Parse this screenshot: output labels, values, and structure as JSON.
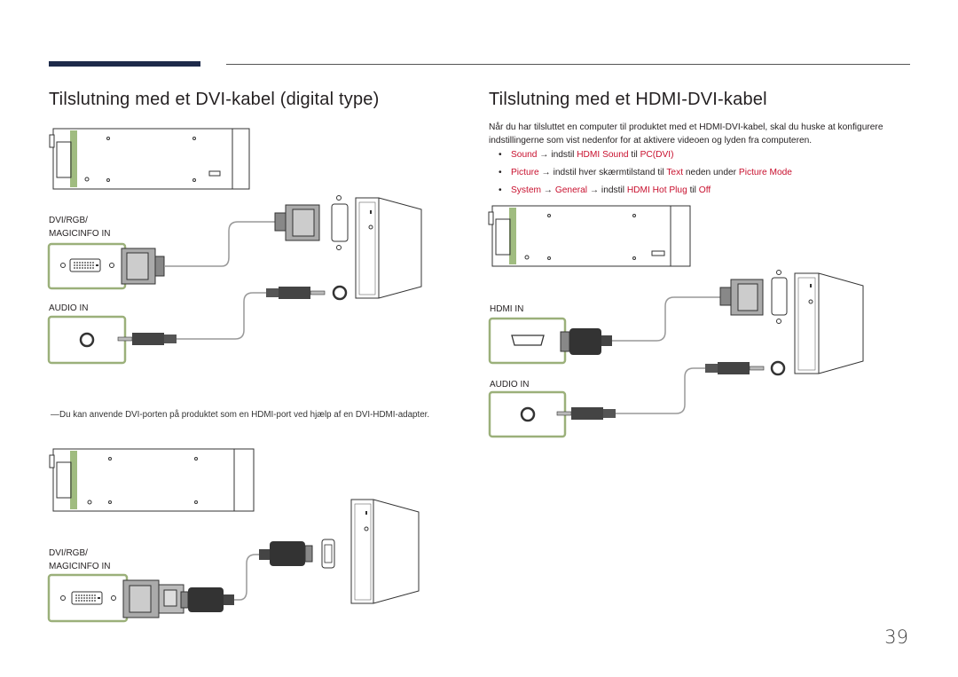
{
  "left": {
    "title": "Tilslutning med et DVI-kabel (digital type)",
    "ports": {
      "dvi_line1": "DVI/RGB/",
      "dvi_line2": "MAGICINFO IN",
      "audio": "AUDIO IN"
    },
    "note": "Du kan anvende DVI-porten på produktet som en HDMI-port ved hjælp af en DVI-HDMI-adapter.",
    "ports2": {
      "dvi_line1": "DVI/RGB/",
      "dvi_line2": "MAGICINFO IN"
    }
  },
  "right": {
    "title": "Tilslutning med et HDMI-DVI-kabel",
    "intro": "Når du har tilsluttet en computer til produktet med et HDMI-DVI-kabel, skal du huske at konfigurere indstillingerne som vist nedenfor for at aktivere videoen og lyden fra computeren.",
    "bullets": [
      {
        "a": "Sound",
        "arrow1": " → indstil ",
        "b": "HDMI Sound",
        "mid": " til ",
        "c": "PC(DVI)",
        "tail": "",
        "d": ""
      },
      {
        "a": "Picture",
        "arrow1": " → indstil hver skærmtilstand til ",
        "b": "Text",
        "mid": " neden under ",
        "c": "Picture Mode",
        "tail": "",
        "d": ""
      },
      {
        "a": "System",
        "arrow1": " → ",
        "b": "General",
        "mid": " → indstil ",
        "c": "HDMI Hot Plug",
        "tail": " til ",
        "d": "Off"
      }
    ],
    "ports": {
      "hdmi": "HDMI IN",
      "audio": "AUDIO IN"
    }
  },
  "page_number": "39",
  "colors": {
    "accent_red": "#c8102e",
    "frame_green": "#9bb07a",
    "top_bar": "#1e2a4a"
  }
}
